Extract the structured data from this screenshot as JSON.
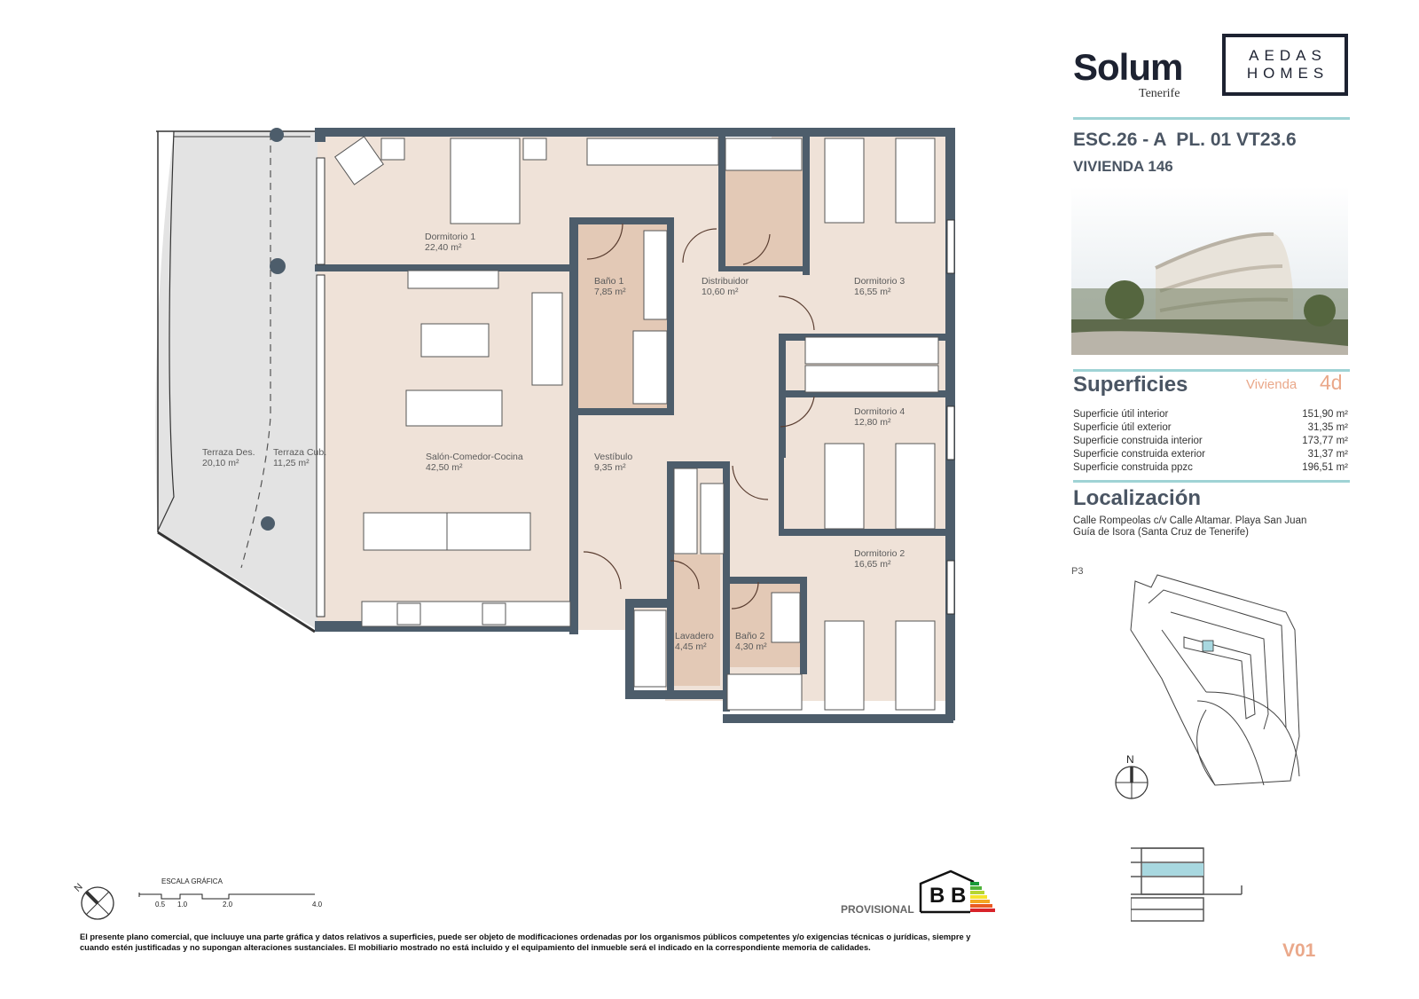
{
  "brand": {
    "project_name": "Solum",
    "project_location": "Tenerife",
    "developer_line1": "AEDAS",
    "developer_line2": "HOMES"
  },
  "unit": {
    "code": "ESC.26 - A  PL. 01 VT23.6",
    "dwelling": "VIVIENDA 146"
  },
  "surfaces": {
    "title": "Superficies",
    "type_label": "Vivienda",
    "type_value": "4d",
    "rows": [
      {
        "label": "Superficie útil interior",
        "value": "151,90 m²"
      },
      {
        "label": "Superficie útil exterior",
        "value": "31,35 m²"
      },
      {
        "label": "Superficie construida interior",
        "value": "173,77 m²"
      },
      {
        "label": "Superficie construida exterior",
        "value": "31,37 m²"
      },
      {
        "label": "Superficie construida ppzc",
        "value": "196,51 m²"
      }
    ]
  },
  "location": {
    "title": "Localización",
    "line1": "Calle Rompeolas c/v Calle Altamar. Playa San Juan",
    "line2": "Guía de Isora (Santa Cruz de Tenerife)",
    "site_plan_label": "P3",
    "north_label": "N"
  },
  "rooms": [
    {
      "name": "Dormitorio 1",
      "area": "22,40 m²"
    },
    {
      "name": "Baño 1",
      "area": "7,85 m²"
    },
    {
      "name": "Distribuidor",
      "area": "10,60 m²"
    },
    {
      "name": "Dormitorio 3",
      "area": "16,55 m²"
    },
    {
      "name": "Terraza Des.",
      "area": "20,10 m²"
    },
    {
      "name": "Terraza Cub.",
      "area": "11,25 m²"
    },
    {
      "name": "Salón-Comedor-Cocina",
      "area": "42,50 m²"
    },
    {
      "name": "Vestíbulo",
      "area": "9,35 m²"
    },
    {
      "name": "Dormitorio 4",
      "area": "12,80 m²"
    },
    {
      "name": "Dormitorio 2",
      "area": "16,65 m²"
    },
    {
      "name": "Lavadero",
      "area": "4,45 m²"
    },
    {
      "name": "Baño 2",
      "area": "4,30 m²"
    }
  ],
  "scale": {
    "title": "ESCALA GRÁFICA",
    "ticks": [
      "0.5",
      "1.0",
      "2.0",
      "4.0"
    ]
  },
  "energy": {
    "status": "PROVISIONAL",
    "rating_consumption": "B",
    "rating_emissions": "B"
  },
  "disclaimer": "El presente plano comercial, que incluuye una parte gráfica y datos relativos a superficies, puede ser objeto de modificaciones ordenadas por los organismos públicos competentes y/o exigencias técnicas o jurídicas, siempre y cuando estén justificadas y no supongan alteraciones sustanciales. El mobiliario mostrado no está incluido y el equipamiento del inmueble será el indicado en la correspondiente memoria de calidades.",
  "version": "V01",
  "colors": {
    "wall": "#4d5d6b",
    "floor": "#efe2d8",
    "wet_floor": "#e3c9b6",
    "terrace": "#e3e3e3",
    "accent_rule": "#9fd3d5",
    "accent_orange": "#eaa88a",
    "highlight_blue": "#a8d8e0"
  }
}
